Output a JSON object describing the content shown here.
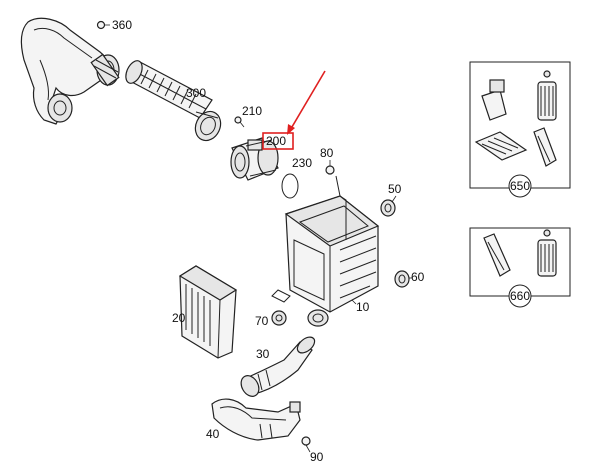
{
  "callouts": {
    "c360": "360",
    "c300": "300",
    "c210": "210",
    "c200": "200",
    "c230": "230",
    "c80": "80",
    "c50": "50",
    "c60": "60",
    "c10": "10",
    "c20": "20",
    "c70": "70",
    "c30": "30",
    "c40": "40",
    "c90": "90",
    "c650": "650",
    "c660": "660"
  },
  "highlight": {
    "color": "#e02020"
  }
}
